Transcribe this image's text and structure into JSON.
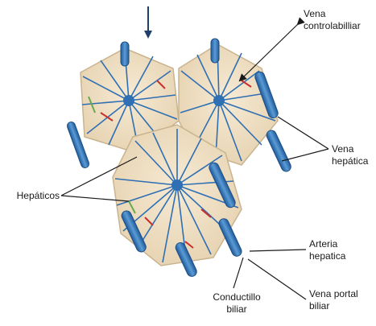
{
  "labels": {
    "vena_centrolobulillar": [
      "Vena",
      "controlabilliar"
    ],
    "vena_hepatica": [
      "Vena",
      "hepática"
    ],
    "hepaticos": "Hepáticos",
    "arteria_hepatica": [
      "Arteria",
      "hepatica"
    ],
    "vena_portal_biliar": [
      "Vena portal",
      "biliar"
    ],
    "conductillo_biliar": [
      "Conductillo",
      "biliar"
    ]
  },
  "colors": {
    "tissue": "#efe1c8",
    "vein_blue": "#2f6fb3",
    "vein_blue_light": "#5b9bd5",
    "artery_red": "#c9302c",
    "bile_green": "#6aa84f",
    "arrow": "#1f3f6b"
  }
}
